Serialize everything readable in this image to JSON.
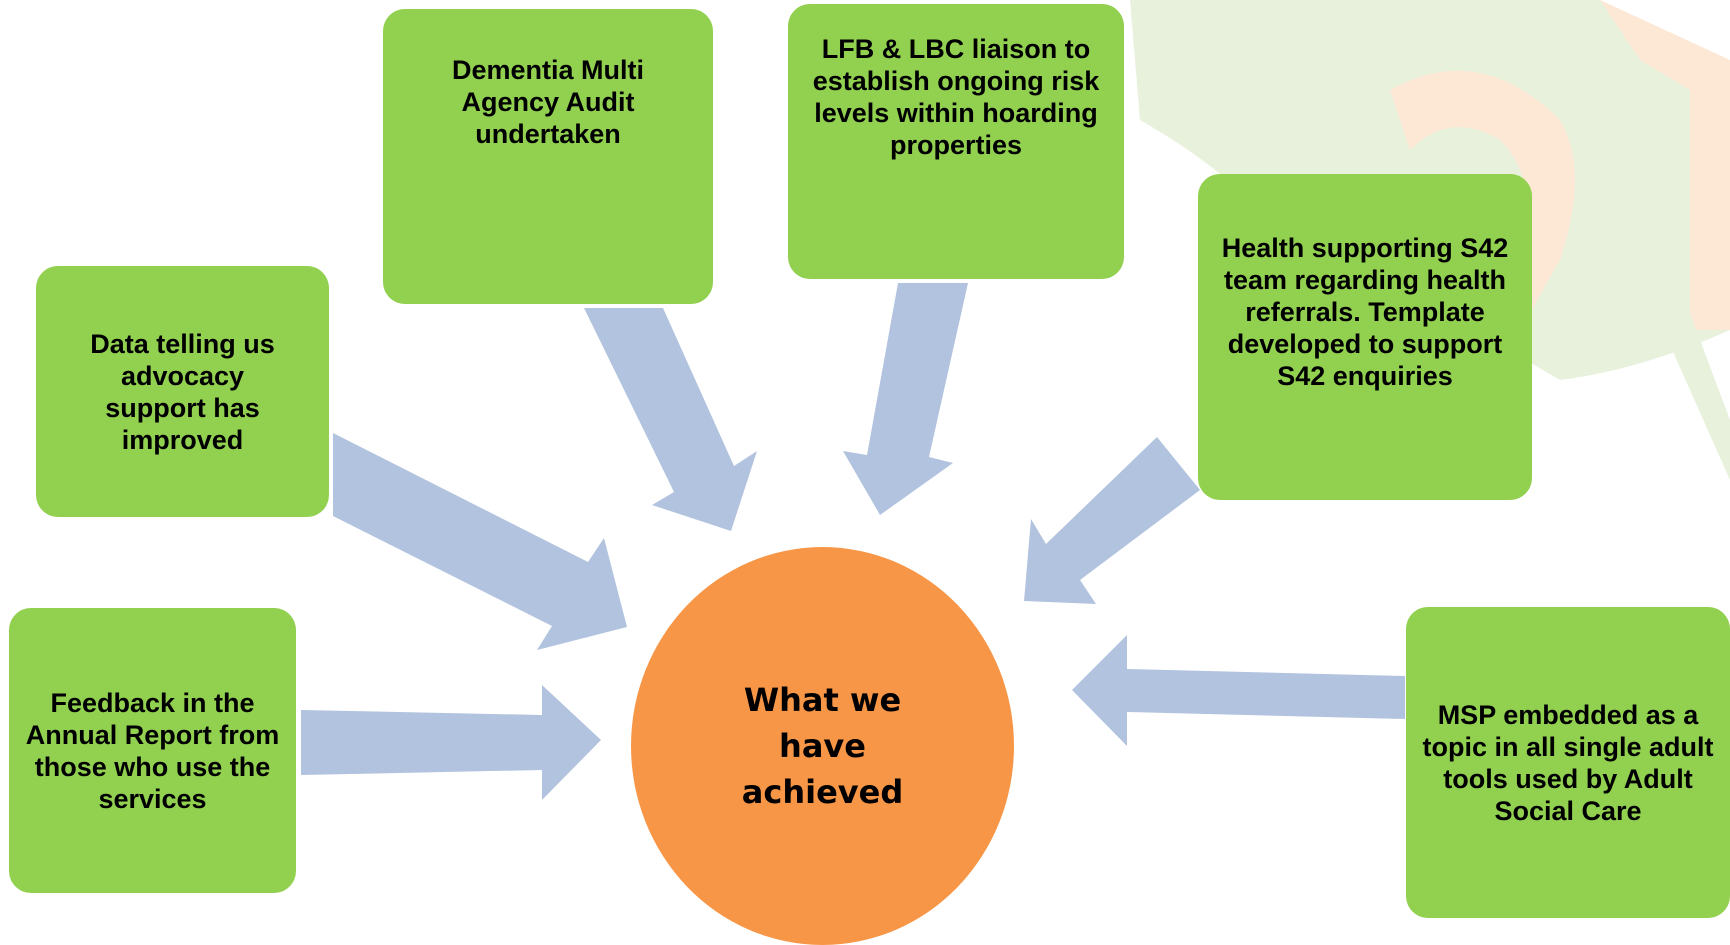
{
  "colors": {
    "box_fill": "#92d050",
    "center_fill": "#f79646",
    "arrow_fill": "#b1c3de",
    "background_shape_green": "#e7f1dc",
    "background_shape_orange": "#fde8d6"
  },
  "center": {
    "label": "What we have achieved"
  },
  "boxes": {
    "feedback": "Feedback in the Annual Report from those who use the services",
    "advocacy": "Data telling us advocacy support has improved",
    "dementia": "Dementia Multi Agency Audit undertaken",
    "lfb": "LFB & LBC liaison to establish ongoing risk levels within hoarding properties",
    "health": "Health supporting S42 team regarding health referrals. Template developed to support S42 enquiries",
    "msp": "MSP embedded as a topic in all single adult tools used by Adult Social Care"
  }
}
